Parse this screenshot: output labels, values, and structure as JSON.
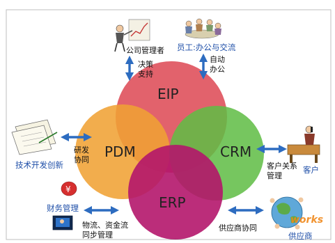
{
  "circles": {
    "eip": "EIP",
    "pdm": "PDM",
    "crm": "CRM",
    "erp": "ERP"
  },
  "roles": {
    "management": "公司管理者",
    "staff": "员工:办公与交流",
    "tech": "技术开发创新",
    "customer": "客户",
    "finance": "财务管理",
    "supplier": "供应商"
  },
  "flows": {
    "decision_line1": "决策",
    "decision_line2": "支持",
    "auto_line1": "自动",
    "auto_line2": "办公",
    "rnd_line1": "研发",
    "rnd_line2": "协同",
    "crm_line1": "客户关系",
    "crm_line2": "管理",
    "logistics_line1": "物流、资金流",
    "logistics_line2": "同步管理",
    "supply_collab": "供应商协同"
  },
  "watermark": "works",
  "colors": {
    "eip": "#e0555f",
    "pdm": "#f0a234",
    "crm": "#5fbd45",
    "erp": "#b4166b",
    "arrow": "#2d6cc0",
    "blue_text": "#1f4fa8",
    "frame": "#bfbfbf"
  }
}
